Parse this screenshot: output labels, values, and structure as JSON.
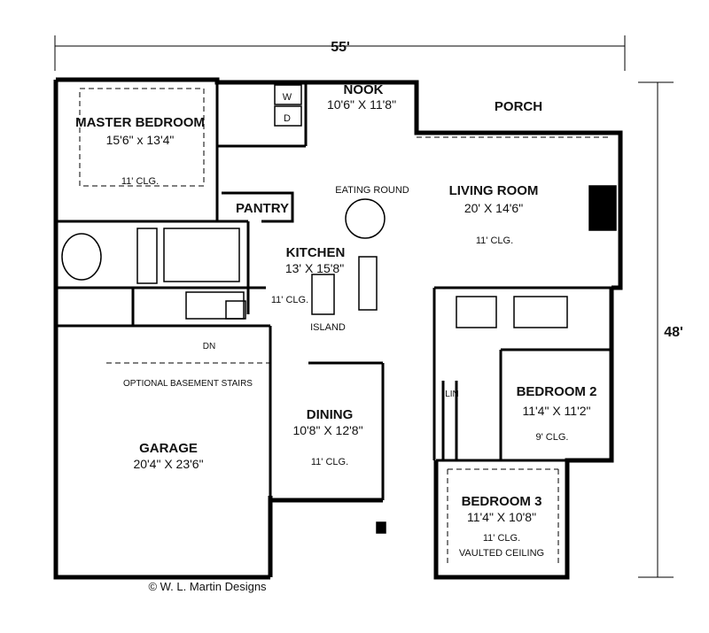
{
  "dimensions": {
    "width": "55'",
    "depth": "48'"
  },
  "rooms": {
    "master_bedroom": {
      "name": "MASTER BEDROOM",
      "size": "15'6\" x 13'4\"",
      "ceiling": "11' CLG."
    },
    "nook": {
      "name": "NOOK",
      "size": "10'6\" X 11'8\""
    },
    "porch": {
      "name": "PORCH"
    },
    "washer": "W",
    "dryer": "D",
    "pantry": {
      "name": "PANTRY"
    },
    "eating_round": "EATING ROUND",
    "living_room": {
      "name": "LIVING ROOM",
      "size": "20' X 14'6\"",
      "ceiling": "11' CLG."
    },
    "kitchen": {
      "name": "KITCHEN",
      "size": "13' X 15'8\"",
      "ceiling": "11' CLG.",
      "island": "ISLAND"
    },
    "stairs": {
      "down": "DN",
      "basement": "OPTIONAL BASEMENT STAIRS"
    },
    "linen": "LIN",
    "bedroom2": {
      "name": "BEDROOM 2",
      "size": "11'4\" X 11'2\"",
      "ceiling": "9' CLG."
    },
    "dining": {
      "name": "DINING",
      "size": "10'8\" X 12'8\"",
      "ceiling": "11' CLG."
    },
    "garage": {
      "name": "GARAGE",
      "size": "20'4\" X 23'6\""
    },
    "bedroom3": {
      "name": "BEDROOM 3",
      "size": "11'4\" X 10'8\"",
      "ceiling": "11' CLG.",
      "ceiling_note": "VAULTED CEILING"
    }
  },
  "credit": "© W. L. Martin Designs"
}
